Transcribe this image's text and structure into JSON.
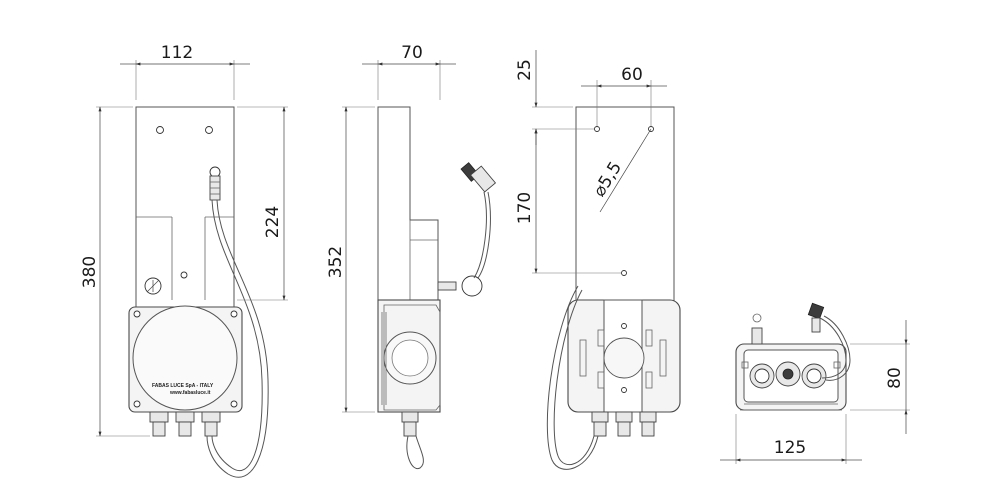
{
  "views": {
    "front": {
      "width_dim": "112",
      "height_total_dim": "380",
      "bracket_dim": "224",
      "label_line1": "FABAS LUCE SpA - ITALY",
      "label_line2": "www.fabasluce.it"
    },
    "side": {
      "depth_dim": "70",
      "height_dim": "352"
    },
    "rear": {
      "top_offset_dim": "25",
      "hole_spacing_dim": "60",
      "hole_dia_dim": "⌀5,5",
      "hole_vertical_dim": "170"
    },
    "bottom": {
      "width_dim": "125",
      "height_dim": "80"
    }
  }
}
